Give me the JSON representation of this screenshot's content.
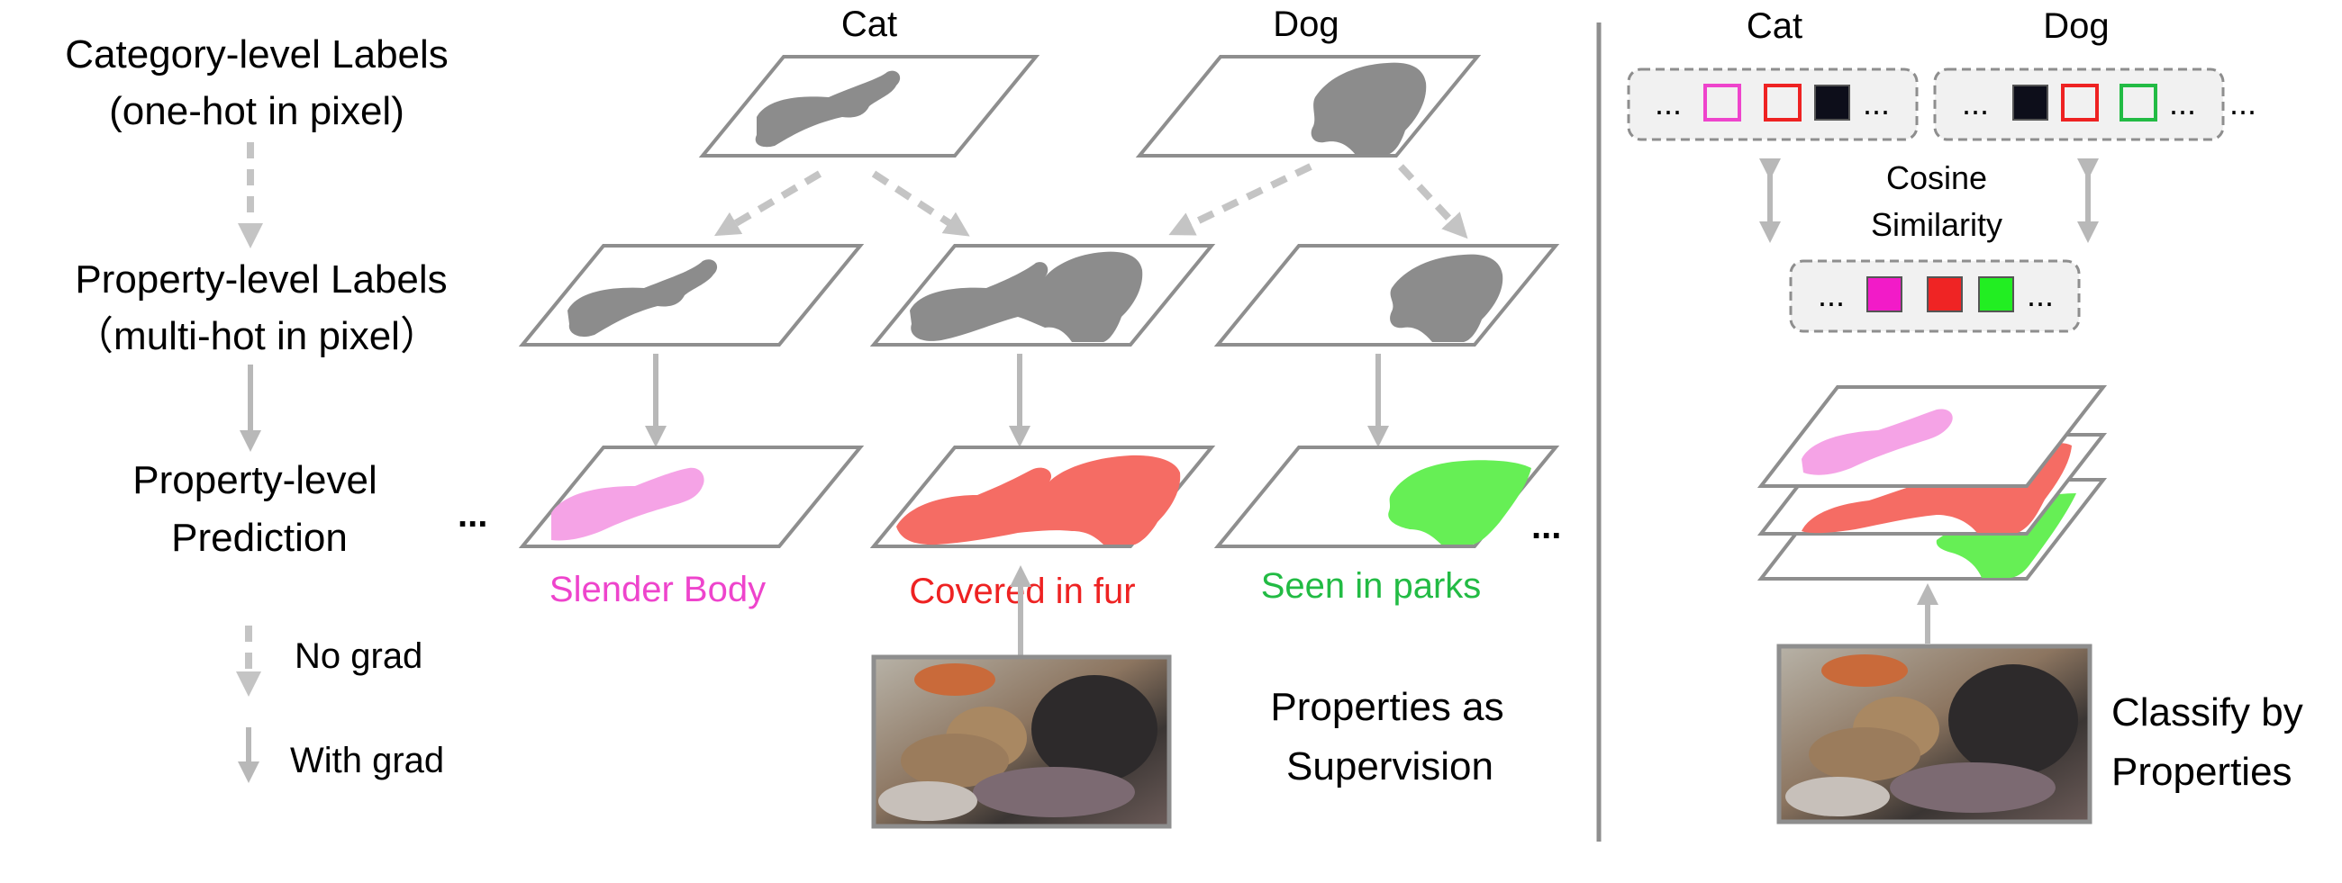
{
  "legend": {
    "category_labels_line1": "Category-level Labels",
    "category_labels_line2": "(one-hot in pixel)",
    "property_labels_line1": "Property-level Labels",
    "property_labels_line2": "（multi-hot in pixel）",
    "prediction_line1": "Property-level",
    "prediction_line2": "Prediction",
    "no_grad": "No grad",
    "with_grad": "With grad"
  },
  "left_panel": {
    "cat_label": "Cat",
    "dog_label": "Dog",
    "ellipsis_left": "...",
    "ellipsis_right": "...",
    "property1": "Slender Body",
    "property2": "Covered in fur",
    "property3": "Seen in parks",
    "caption_line1": "Properties as",
    "caption_line2": "Supervision"
  },
  "right_panel": {
    "cat_label": "Cat",
    "dog_label": "Dog",
    "cosine_line1": "Cosine",
    "cosine_line2": "Similarity",
    "ellipsis": "...",
    "caption_line1": "Classify by",
    "caption_line2": "Properties"
  },
  "colors": {
    "property1": "#ee44cc",
    "property2": "#ee2222",
    "property3": "#22bb44",
    "pink_mask": "#f5a3e6",
    "red_mask": "#f56c64",
    "green_mask": "#66ef55"
  }
}
